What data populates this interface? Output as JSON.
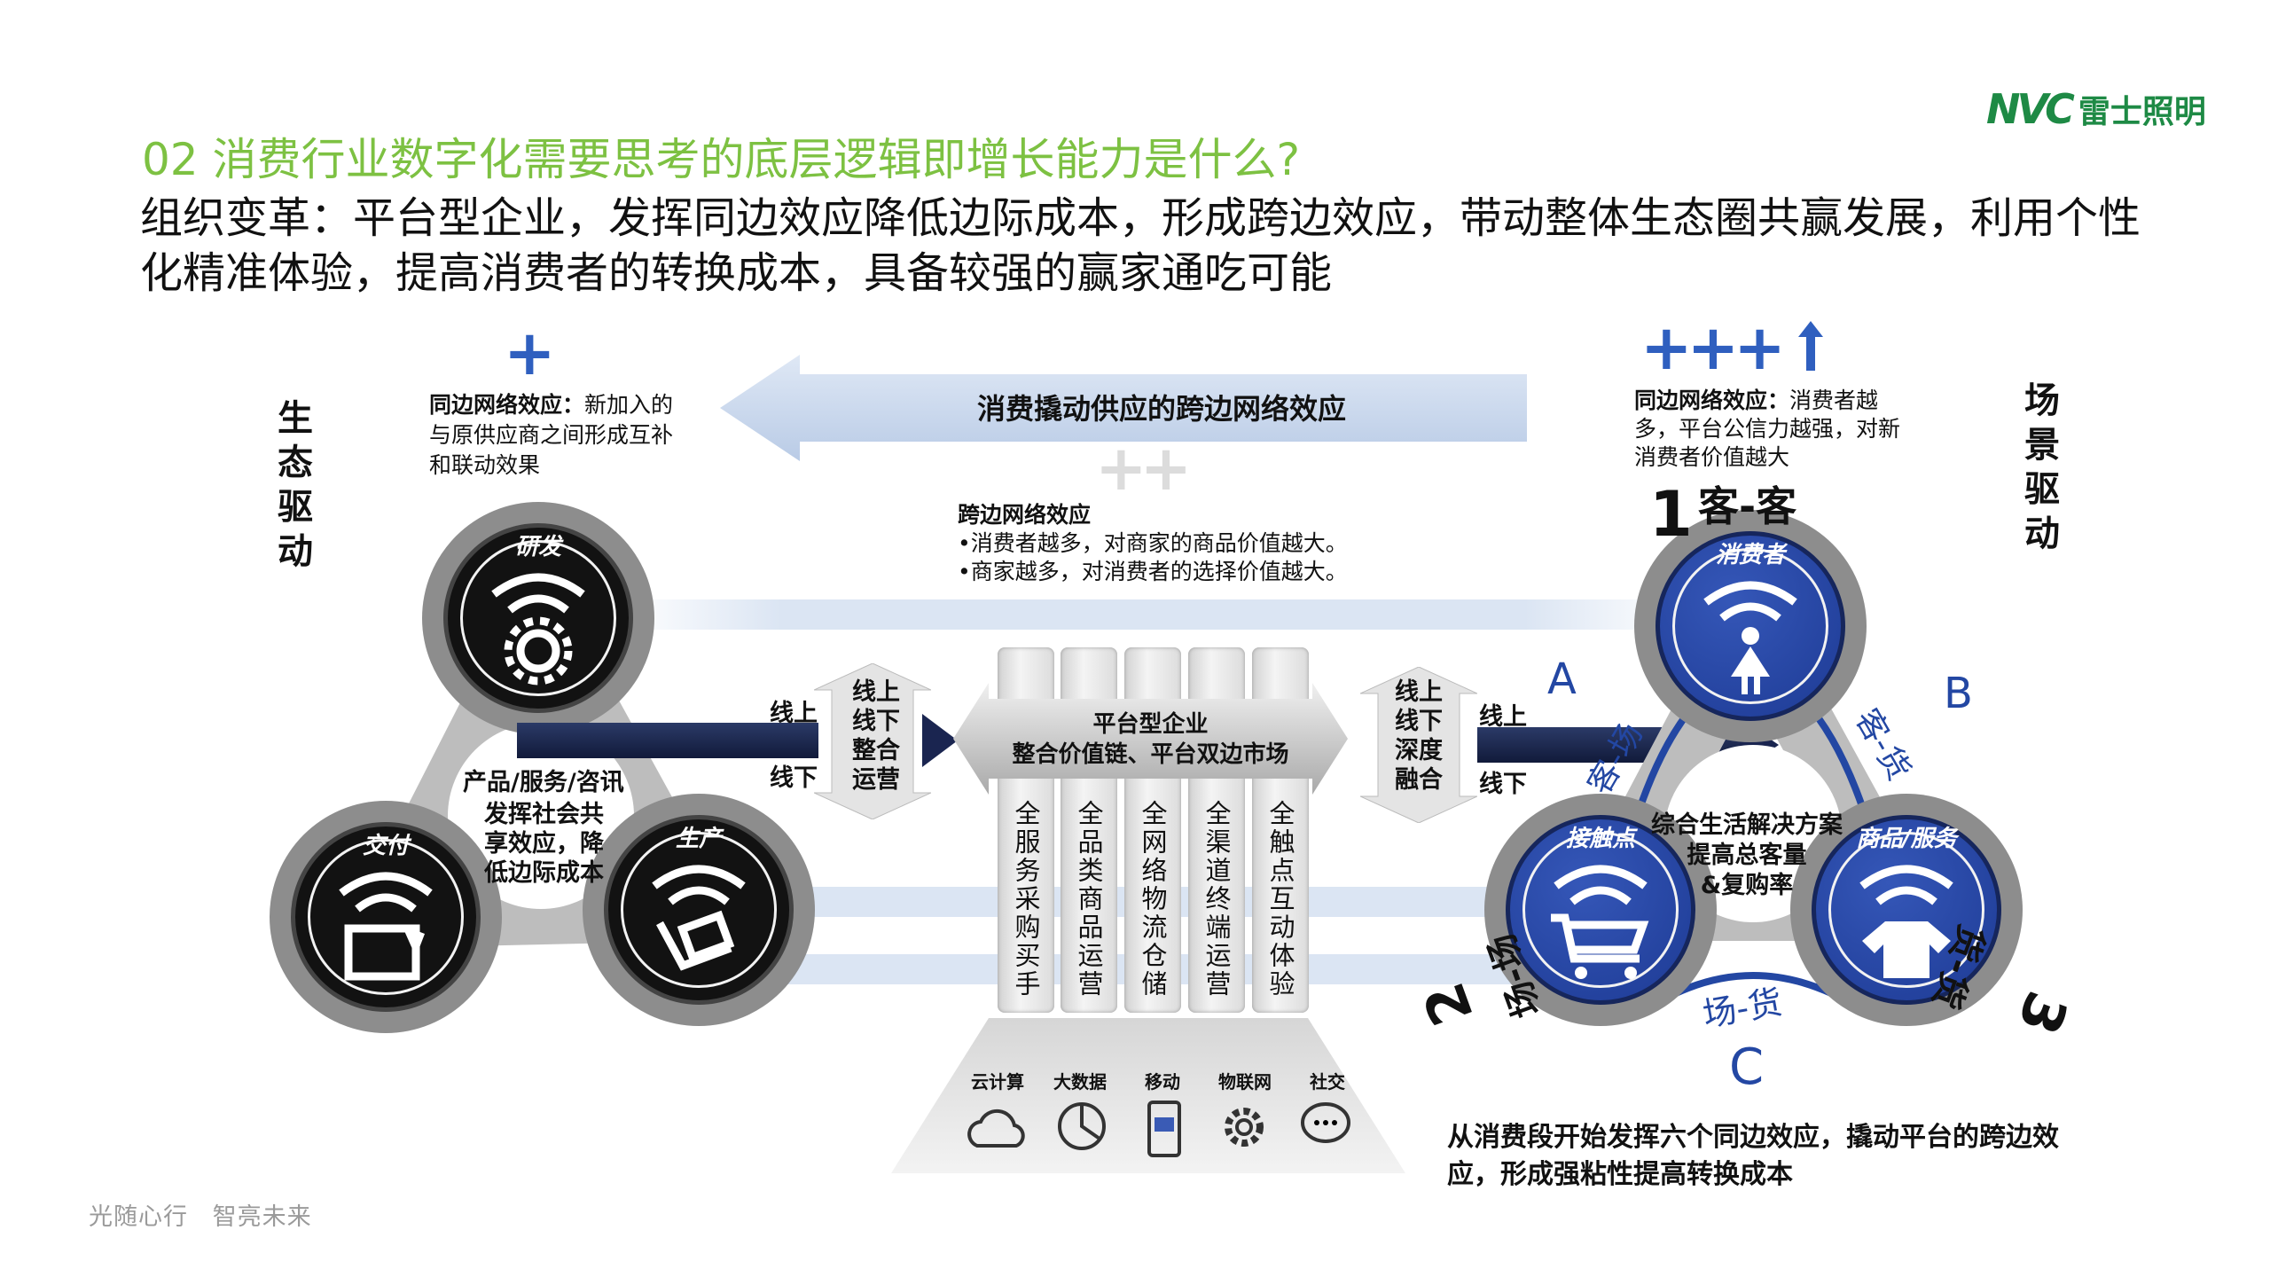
{
  "logo": {
    "mark": "NVC",
    "name": "雷士照明"
  },
  "title": "02 消费行业数字化需要思考的底层逻辑即增长能力是什么?",
  "subtitle": "组织变革：平台型企业，发挥同边效应降低边际成本，形成跨边效应，带动整体生态圈共赢发展，利用个性化精准体验，提高消费者的转换成本，具备较强的赢家通吃可能",
  "footer": "光随心行 智亮未来",
  "left_side": {
    "vertical_label": "生态驱动",
    "plus": "+",
    "note_head": "同边网络效应：",
    "note_body": "新加入的与原供应商之间形成互补和联动效果",
    "nodes": [
      "研发",
      "交付",
      "生产"
    ],
    "center_head": "产品/服务/咨讯",
    "center_body": "发挥社会共享效应，降低边际成本",
    "online": "线上",
    "offline": "线下",
    "integrate": "线上线下整合运营"
  },
  "top_arrow": {
    "label": "消费撬动供应的跨边网络效应",
    "plus": "++"
  },
  "cross_effect": {
    "head": "跨边网络效应",
    "items": [
      "•消费者越多，对商家的商品价值越大。",
      "•商家越多，对消费者的选择价值越大。"
    ]
  },
  "platform": {
    "line1": "平台型企业",
    "line2": "整合价值链、平台双边市场",
    "columns": [
      "全服务采购买手",
      "全品类商品运营",
      "全网络物流仓储",
      "全渠道终端运营",
      "全触点互动体验"
    ],
    "tech": [
      {
        "label": "云计算",
        "icon": "cloud-icon"
      },
      {
        "label": "大数据",
        "icon": "pie-chart-icon"
      },
      {
        "label": "移动",
        "icon": "mobile-icon"
      },
      {
        "label": "物联网",
        "icon": "gear-icon"
      },
      {
        "label": "社交",
        "icon": "chat-icon"
      }
    ]
  },
  "right_side": {
    "vertical_label": "场景驱动",
    "plus": "+++",
    "note_head": "同边网络效应：",
    "note_body": "消费者越多，平台公信力越强，对新消费者价值越大",
    "fusion": "线上线下深度融合",
    "online": "线上",
    "offline": "线下",
    "nodes": [
      "消费者",
      "接触点",
      "商品/服务"
    ],
    "num1": "1",
    "pair1": "客-客",
    "num2": "2",
    "pair2": "场-场",
    "num3": "3",
    "pair3": "货-货",
    "letterA": "A",
    "pairA": "客-场",
    "letterB": "B",
    "pairB": "客-货",
    "letterC": "C",
    "pairC": "场-货",
    "center": [
      "综合生活解决方案",
      "提高总客量",
      "&复购率"
    ],
    "summary": "从消费段开始发挥六个同边效应，撬动平台的跨边效应，形成强粘性提高转换成本"
  },
  "colors": {
    "title": "#7dc142",
    "brand": "#1e8a45",
    "blue": "#2347a3",
    "navy": "#1a2550"
  }
}
